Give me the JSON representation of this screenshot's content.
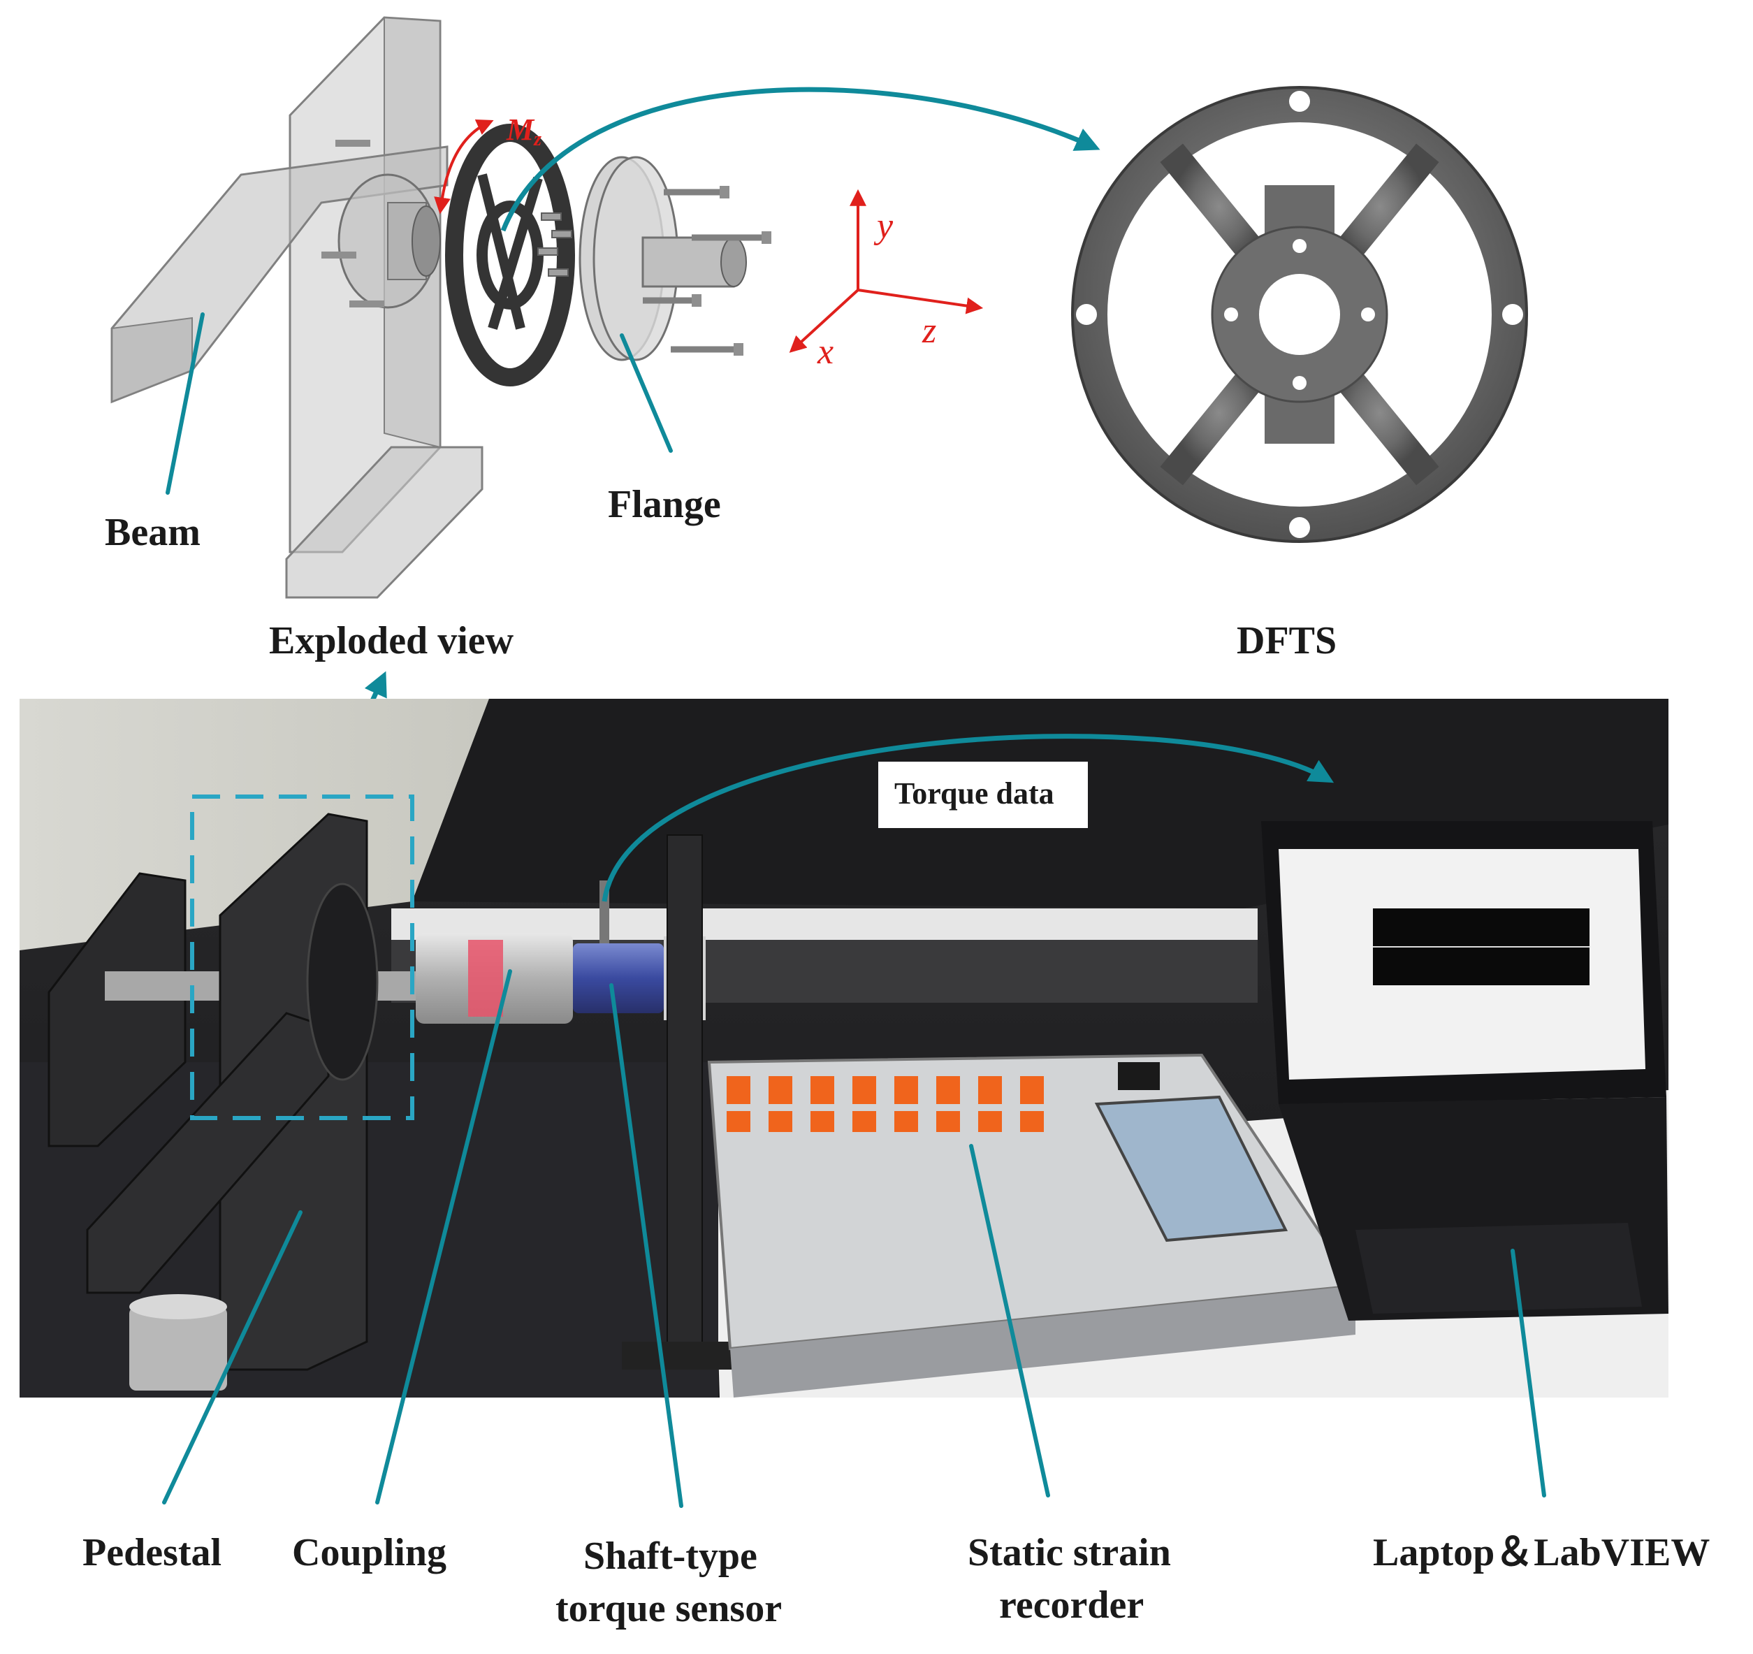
{
  "colors": {
    "accent_teal": "#0f8a9a",
    "axis_red": "#e0201c",
    "label_dark": "#1a1a1a"
  },
  "top": {
    "moment_label": "M",
    "moment_subscript": "z",
    "axis_y": "y",
    "axis_z": "z",
    "axis_x": "x",
    "beam_label": "Beam",
    "flange_label": "Flange",
    "exploded_caption": "Exploded view",
    "dfts_caption": "DFTS"
  },
  "bottom": {
    "torque_data_label": "Torque data",
    "labels": {
      "pedestal": "Pedestal",
      "coupling": "Coupling",
      "shaft_line1": "Shaft-type",
      "shaft_line2": "torque sensor",
      "strain_line1": "Static strain",
      "strain_line2": "recorder",
      "laptop": "Laptop＆LabVIEW"
    }
  }
}
